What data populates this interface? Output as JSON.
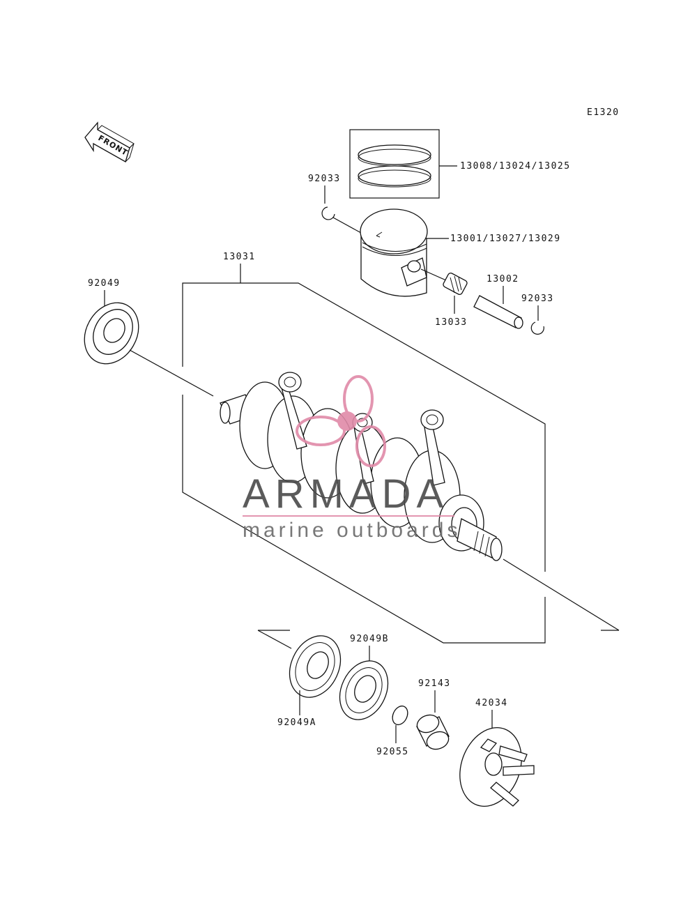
{
  "diagram": {
    "code": "E1320",
    "front_label": "FRONT",
    "parts": {
      "rings": "13008/13024/13025",
      "piston": "13001/13027/13029",
      "circlip_top": "92033",
      "circlip_right": "92033",
      "pin": "13002",
      "needle_bearing": "13033",
      "crankshaft": "13031",
      "seal_left": "92049",
      "seal_a": "92049A",
      "seal_b": "92049B",
      "oring": "92055",
      "collar": "92143",
      "coupling": "42034"
    }
  },
  "watermark": {
    "title": "ARMADA",
    "subtitle": "marine outboards",
    "accent_color": "#e08aa8"
  }
}
